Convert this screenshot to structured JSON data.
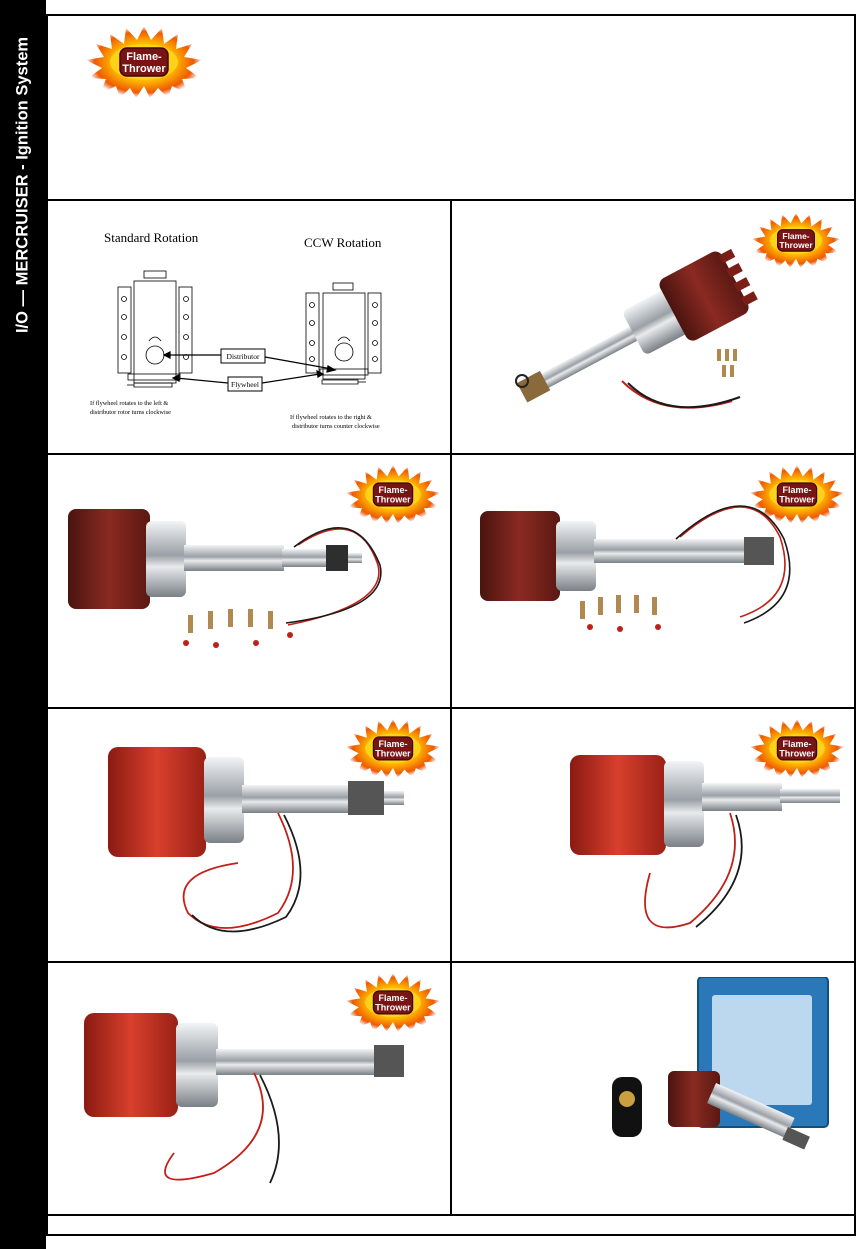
{
  "sidebar": {
    "title": "I/O — MERCRUISER - Ignition System"
  },
  "logo": {
    "line1": "Flame-",
    "line2": "Thrower"
  },
  "diagram": {
    "standard_title": "Standard Rotation",
    "ccw_title": "CCW Rotation",
    "distributor_label": "Distributor",
    "flywheel_label": "Flywheel",
    "standard_caption_line1": "If flywheel rotates to the left &",
    "standard_caption_line2": "distributor rotor turns clockwise",
    "ccw_caption_line1": "If flywheel rotates to the right &",
    "ccw_caption_line2": "distributor turns counter clockwise"
  },
  "colors": {
    "cap_red": "#8a1a12",
    "cap_bright_red": "#c0281c",
    "chrome": "#c8ccd0",
    "wire_red": "#c02018",
    "wire_black": "#1a1a1a"
  },
  "products": [
    {
      "name": "distributor-ccw-kit"
    },
    {
      "name": "distributor-dark-cap-kit-1"
    },
    {
      "name": "distributor-dark-cap-kit-2"
    },
    {
      "name": "distributor-red-cap-1"
    },
    {
      "name": "distributor-red-cap-2"
    },
    {
      "name": "distributor-red-cap-3"
    },
    {
      "name": "ignition-kit-with-coil-and-wire-set"
    }
  ]
}
